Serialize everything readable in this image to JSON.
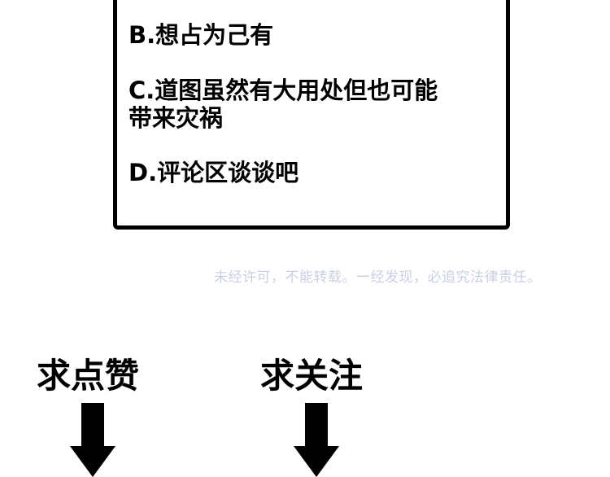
{
  "options": {
    "b": "B.想占为己有",
    "c_line1": "C.道图虽然有大用处但也可能",
    "c_line2": "带来灾祸",
    "d": "D.评论区谈谈吧"
  },
  "watermark": "未经许可，不能转载。一经发现，必追究法律责任。",
  "cta": {
    "like": "求点赞",
    "follow": "求关注"
  },
  "icons": {
    "like_arrow": "down-arrow-icon",
    "follow_arrow": "down-arrow-icon"
  }
}
